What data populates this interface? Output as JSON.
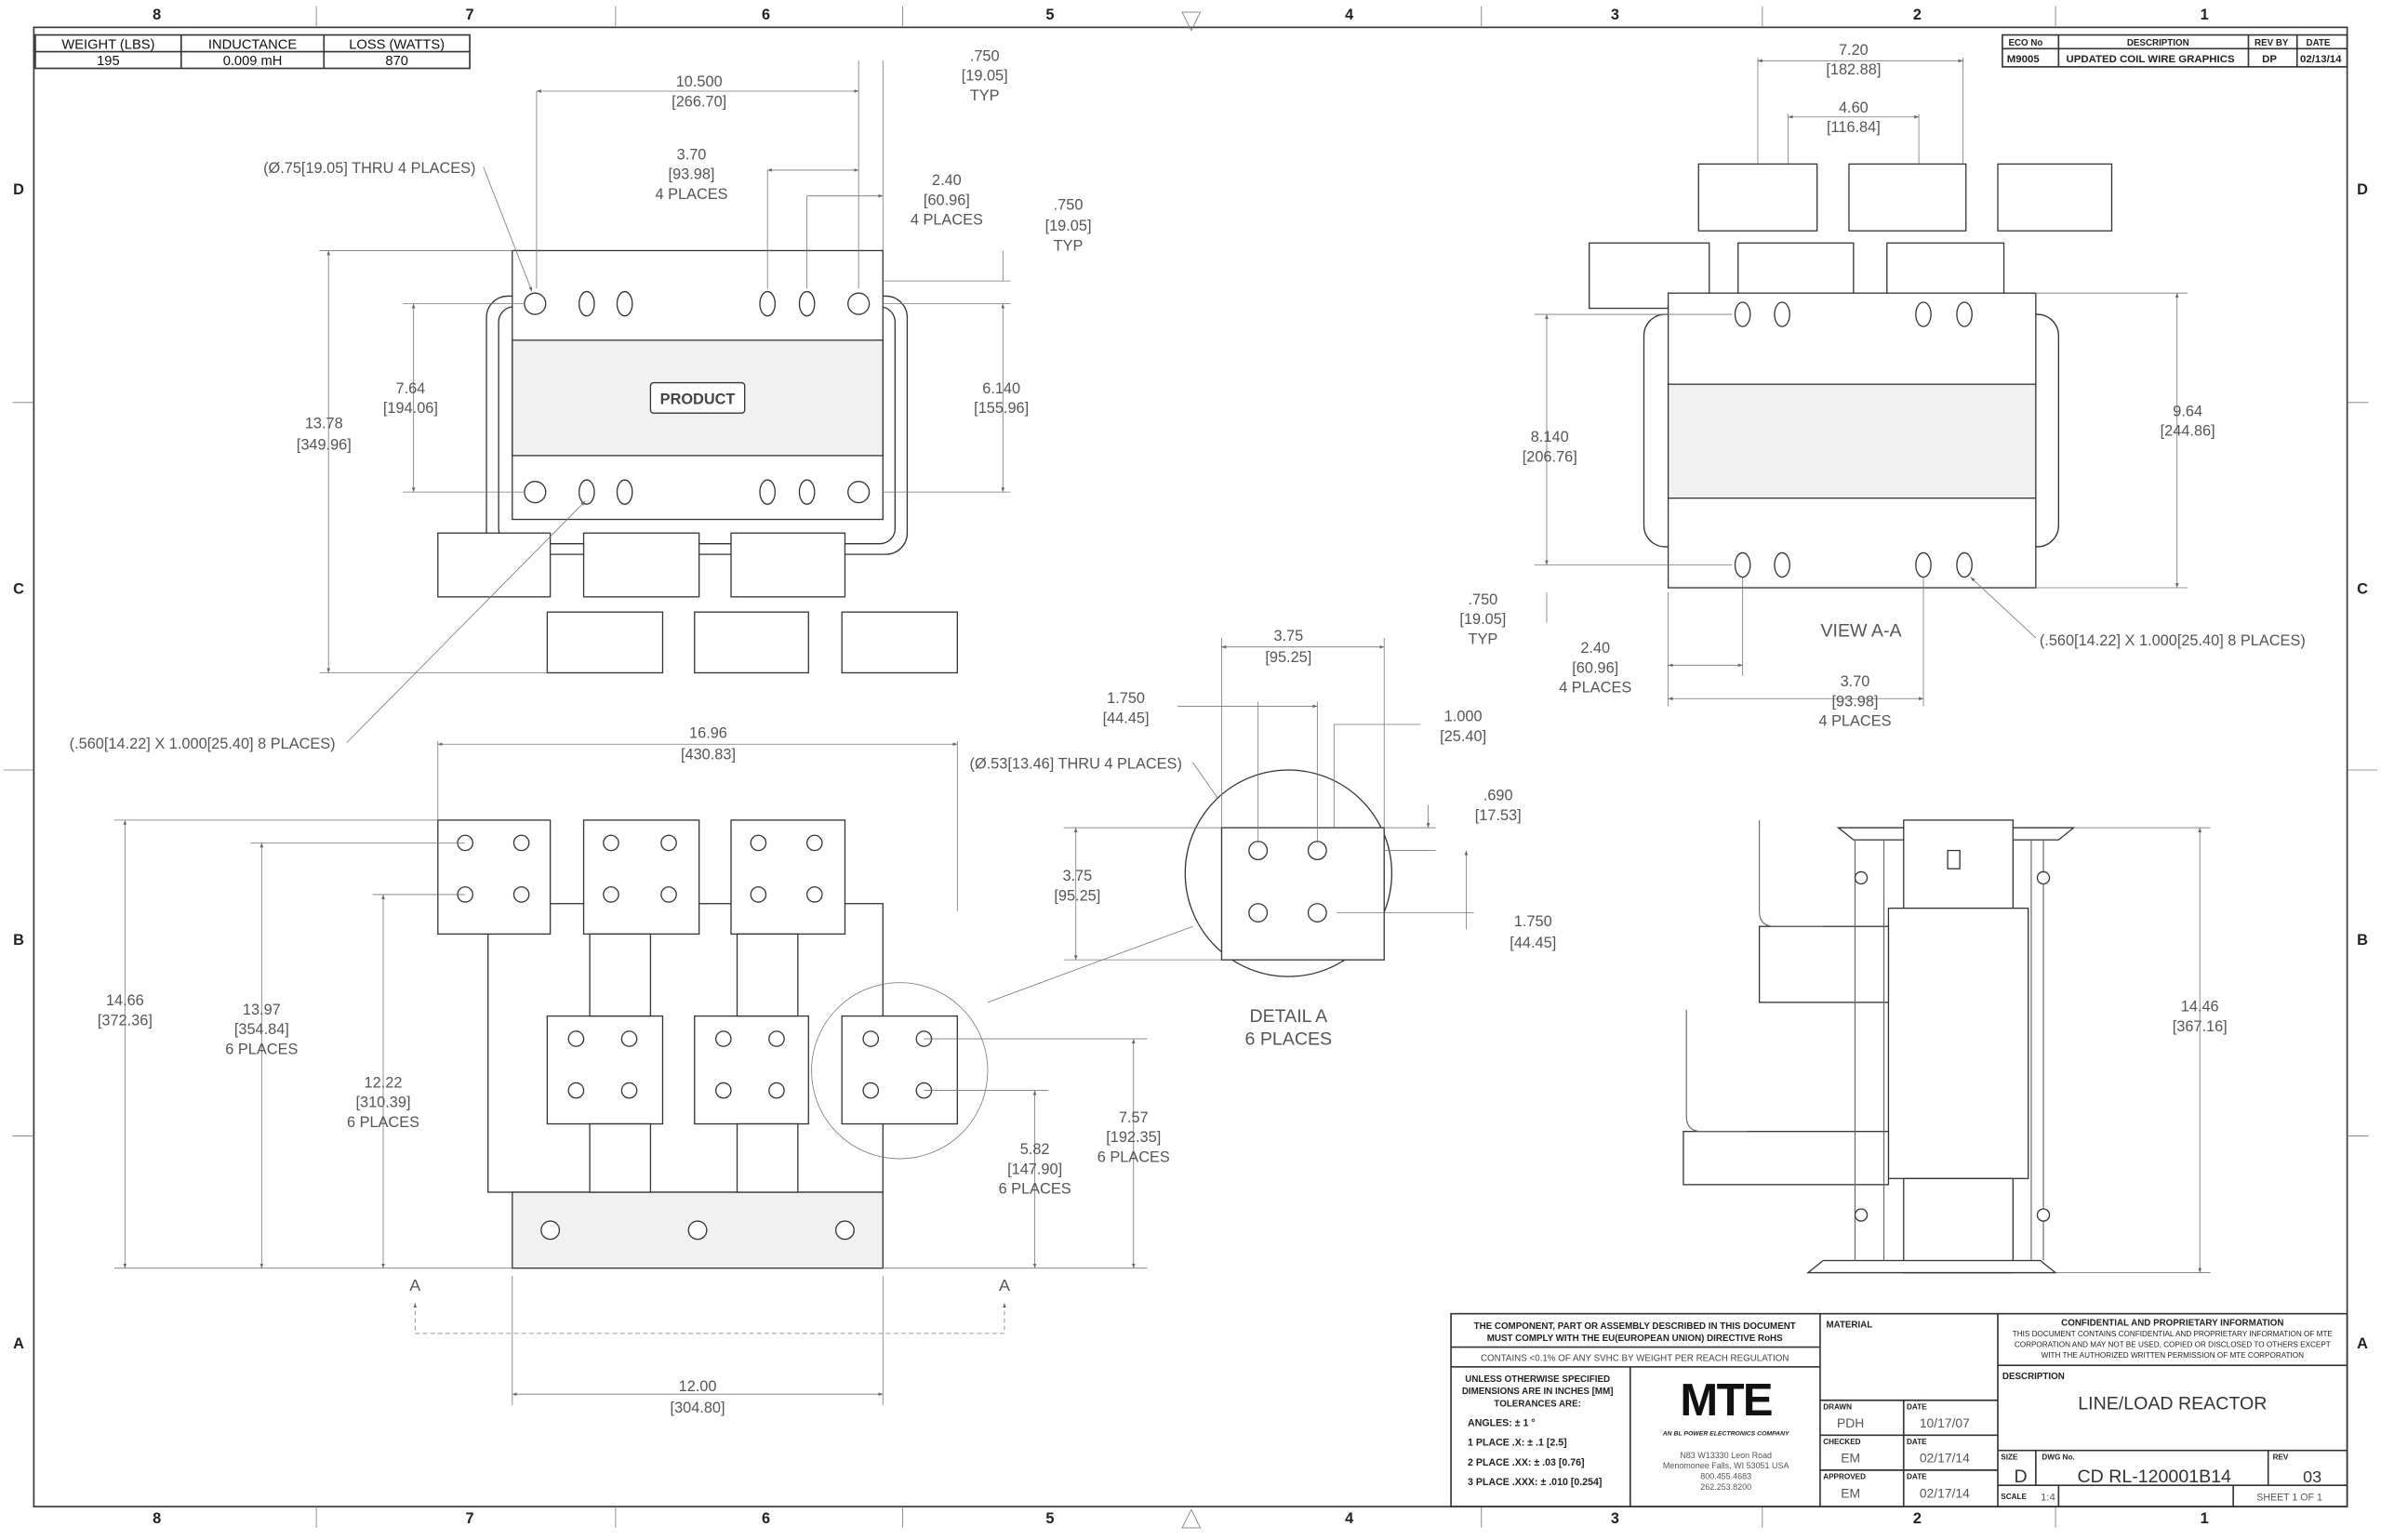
{
  "spec_table": {
    "headers": [
      "WEIGHT (LBS)",
      "INDUCTANCE",
      "LOSS (WATTS)"
    ],
    "values": [
      "195",
      "0.009 mH",
      "870"
    ]
  },
  "revision": {
    "headers": [
      "ECO No",
      "DESCRIPTION",
      "REV BY",
      "DATE"
    ],
    "row": [
      "M9005",
      "UPDATED COIL WIRE GRAPHICS",
      "DP",
      "02/13/14"
    ]
  },
  "zones": {
    "columns": [
      "8",
      "7",
      "6",
      "5",
      "4",
      "3",
      "2",
      "1"
    ],
    "rows": [
      "D",
      "C",
      "B",
      "A"
    ]
  },
  "top_view": {
    "product_label": "PRODUCT",
    "d_10500": [
      "10.500",
      "[266.70]"
    ],
    "d_750a": [
      ".750",
      "[19.05]",
      "TYP"
    ],
    "hole_note": "(Ø.75[19.05] THRU 4 PLACES)",
    "d_370": [
      "3.70",
      "[93.98]",
      "4 PLACES"
    ],
    "d_240": [
      "2.40",
      "[60.96]",
      "4 PLACES"
    ],
    "d_750b": [
      ".750",
      "[19.05]",
      "TYP"
    ],
    "d_764": [
      "7.64",
      "[194.06]"
    ],
    "d_1378": [
      "13.78",
      "[349.96]"
    ],
    "d_6140": [
      "6.140",
      "[155.96]"
    ],
    "slot_note": "(.560[14.22] X 1.000[25.40] 8 PLACES)"
  },
  "front_view": {
    "d_1696": [
      "16.96",
      "[430.83]"
    ],
    "hole_note": "(Ø.53[13.46] THRU 4 PLACES)",
    "d_1466": [
      "14.66",
      "[372.36]"
    ],
    "d_1397": [
      "13.97",
      "[354.84]",
      "6 PLACES"
    ],
    "d_1222": [
      "12.22",
      "[310.39]",
      "6 PLACES"
    ],
    "d_582": [
      "5.82",
      "[147.90]",
      "6 PLACES"
    ],
    "d_757": [
      "7.57",
      "[192.35]",
      "6 PLACES"
    ],
    "d_1200": [
      "12.00",
      "[304.80]"
    ],
    "section_mark": "A"
  },
  "detail_a": {
    "title": [
      "DETAIL A",
      "6 PLACES"
    ],
    "d_375h": [
      "3.75",
      "[95.25]"
    ],
    "d_1750h": [
      "1.750",
      "[44.45]"
    ],
    "d_1000": [
      "1.000",
      "[25.40]"
    ],
    "d_690": [
      ".690",
      "[17.53]"
    ],
    "d_375v": [
      "3.75",
      "[95.25]"
    ],
    "d_1750v": [
      "1.750",
      "[44.45]"
    ]
  },
  "view_aa": {
    "title": "VIEW A-A",
    "d_720": [
      "7.20",
      "[182.88]"
    ],
    "d_460": [
      "4.60",
      "[116.84]"
    ],
    "d_8140": [
      "8.140",
      "[206.76]"
    ],
    "d_964": [
      "9.64",
      "[244.86]"
    ],
    "d_750": [
      ".750",
      "[19.05]",
      "TYP"
    ],
    "slot_note": "(.560[14.22] X 1.000[25.40] 8 PLACES)",
    "d_240": [
      "2.40",
      "[60.96]",
      "4 PLACES"
    ],
    "d_370": [
      "3.70",
      "[93.98]",
      "4 PLACES"
    ]
  },
  "side_view": {
    "d_1446": [
      "14.46",
      "[367.16]"
    ]
  },
  "title_block": {
    "rohs": [
      "THE COMPONENT, PART OR ASSEMBLY DESCRIBED IN THIS DOCUMENT",
      "MUST COMPLY WITH THE EU(EUROPEAN UNION) DIRECTIVE RoHS"
    ],
    "reach": "CONTAINS <0.1% OF ANY SVHC BY WEIGHT PER REACH REGULATION",
    "tolerances_header": [
      "UNLESS OTHERWISE SPECIFIED",
      "DIMENSIONS ARE IN INCHES [MM]",
      "TOLERANCES ARE:"
    ],
    "tolerances": [
      "ANGLES: ± 1 °",
      "1 PLACE .X: ± .1 [2.5]",
      "2 PLACE .XX: ± .03 [0.76]",
      "3 PLACE .XXX: ± .010 [0.254]"
    ],
    "logo": "MTE",
    "logo_tagline": "AN BL POWER ELECTRONICS COMPANY",
    "address": [
      "N83 W13330 Leon Road",
      "Menomonee Falls, WI 53051 USA",
      "800.455.4683",
      "262.253.8200"
    ],
    "material_label": "MATERIAL",
    "drawn_label": "DRAWN",
    "drawn_by": "PDH",
    "drawn_date": "10/17/07",
    "checked_label": "CHECKED",
    "checked_by": "EM",
    "checked_date": "02/17/14",
    "approved_label": "APPROVED",
    "approved_by": "EM",
    "approved_date": "02/17/14",
    "date_label": "DATE",
    "confidential_title": "CONFIDENTIAL AND PROPRIETARY INFORMATION",
    "confidential_text": [
      "THIS DOCUMENT CONTAINS CONFIDENTIAL AND PROPRIETARY INFORMATION OF MTE",
      "CORPORATION AND MAY NOT BE USED, COPIED OR DISCLOSED TO OTHERS EXCEPT",
      "WITH THE AUTHORIZED WRITTEN PERMISSION OF MTE CORPORATION"
    ],
    "description_label": "DESCRIPTION",
    "description": "LINE/LOAD REACTOR",
    "size_label": "SIZE",
    "size": "D",
    "dwg_label": "DWG No.",
    "dwg_no": "CD RL-120001B14",
    "rev_label": "REV",
    "rev": "03",
    "scale_label": "SCALE",
    "scale": "1:4",
    "sheet": "SHEET 1  OF 1"
  }
}
